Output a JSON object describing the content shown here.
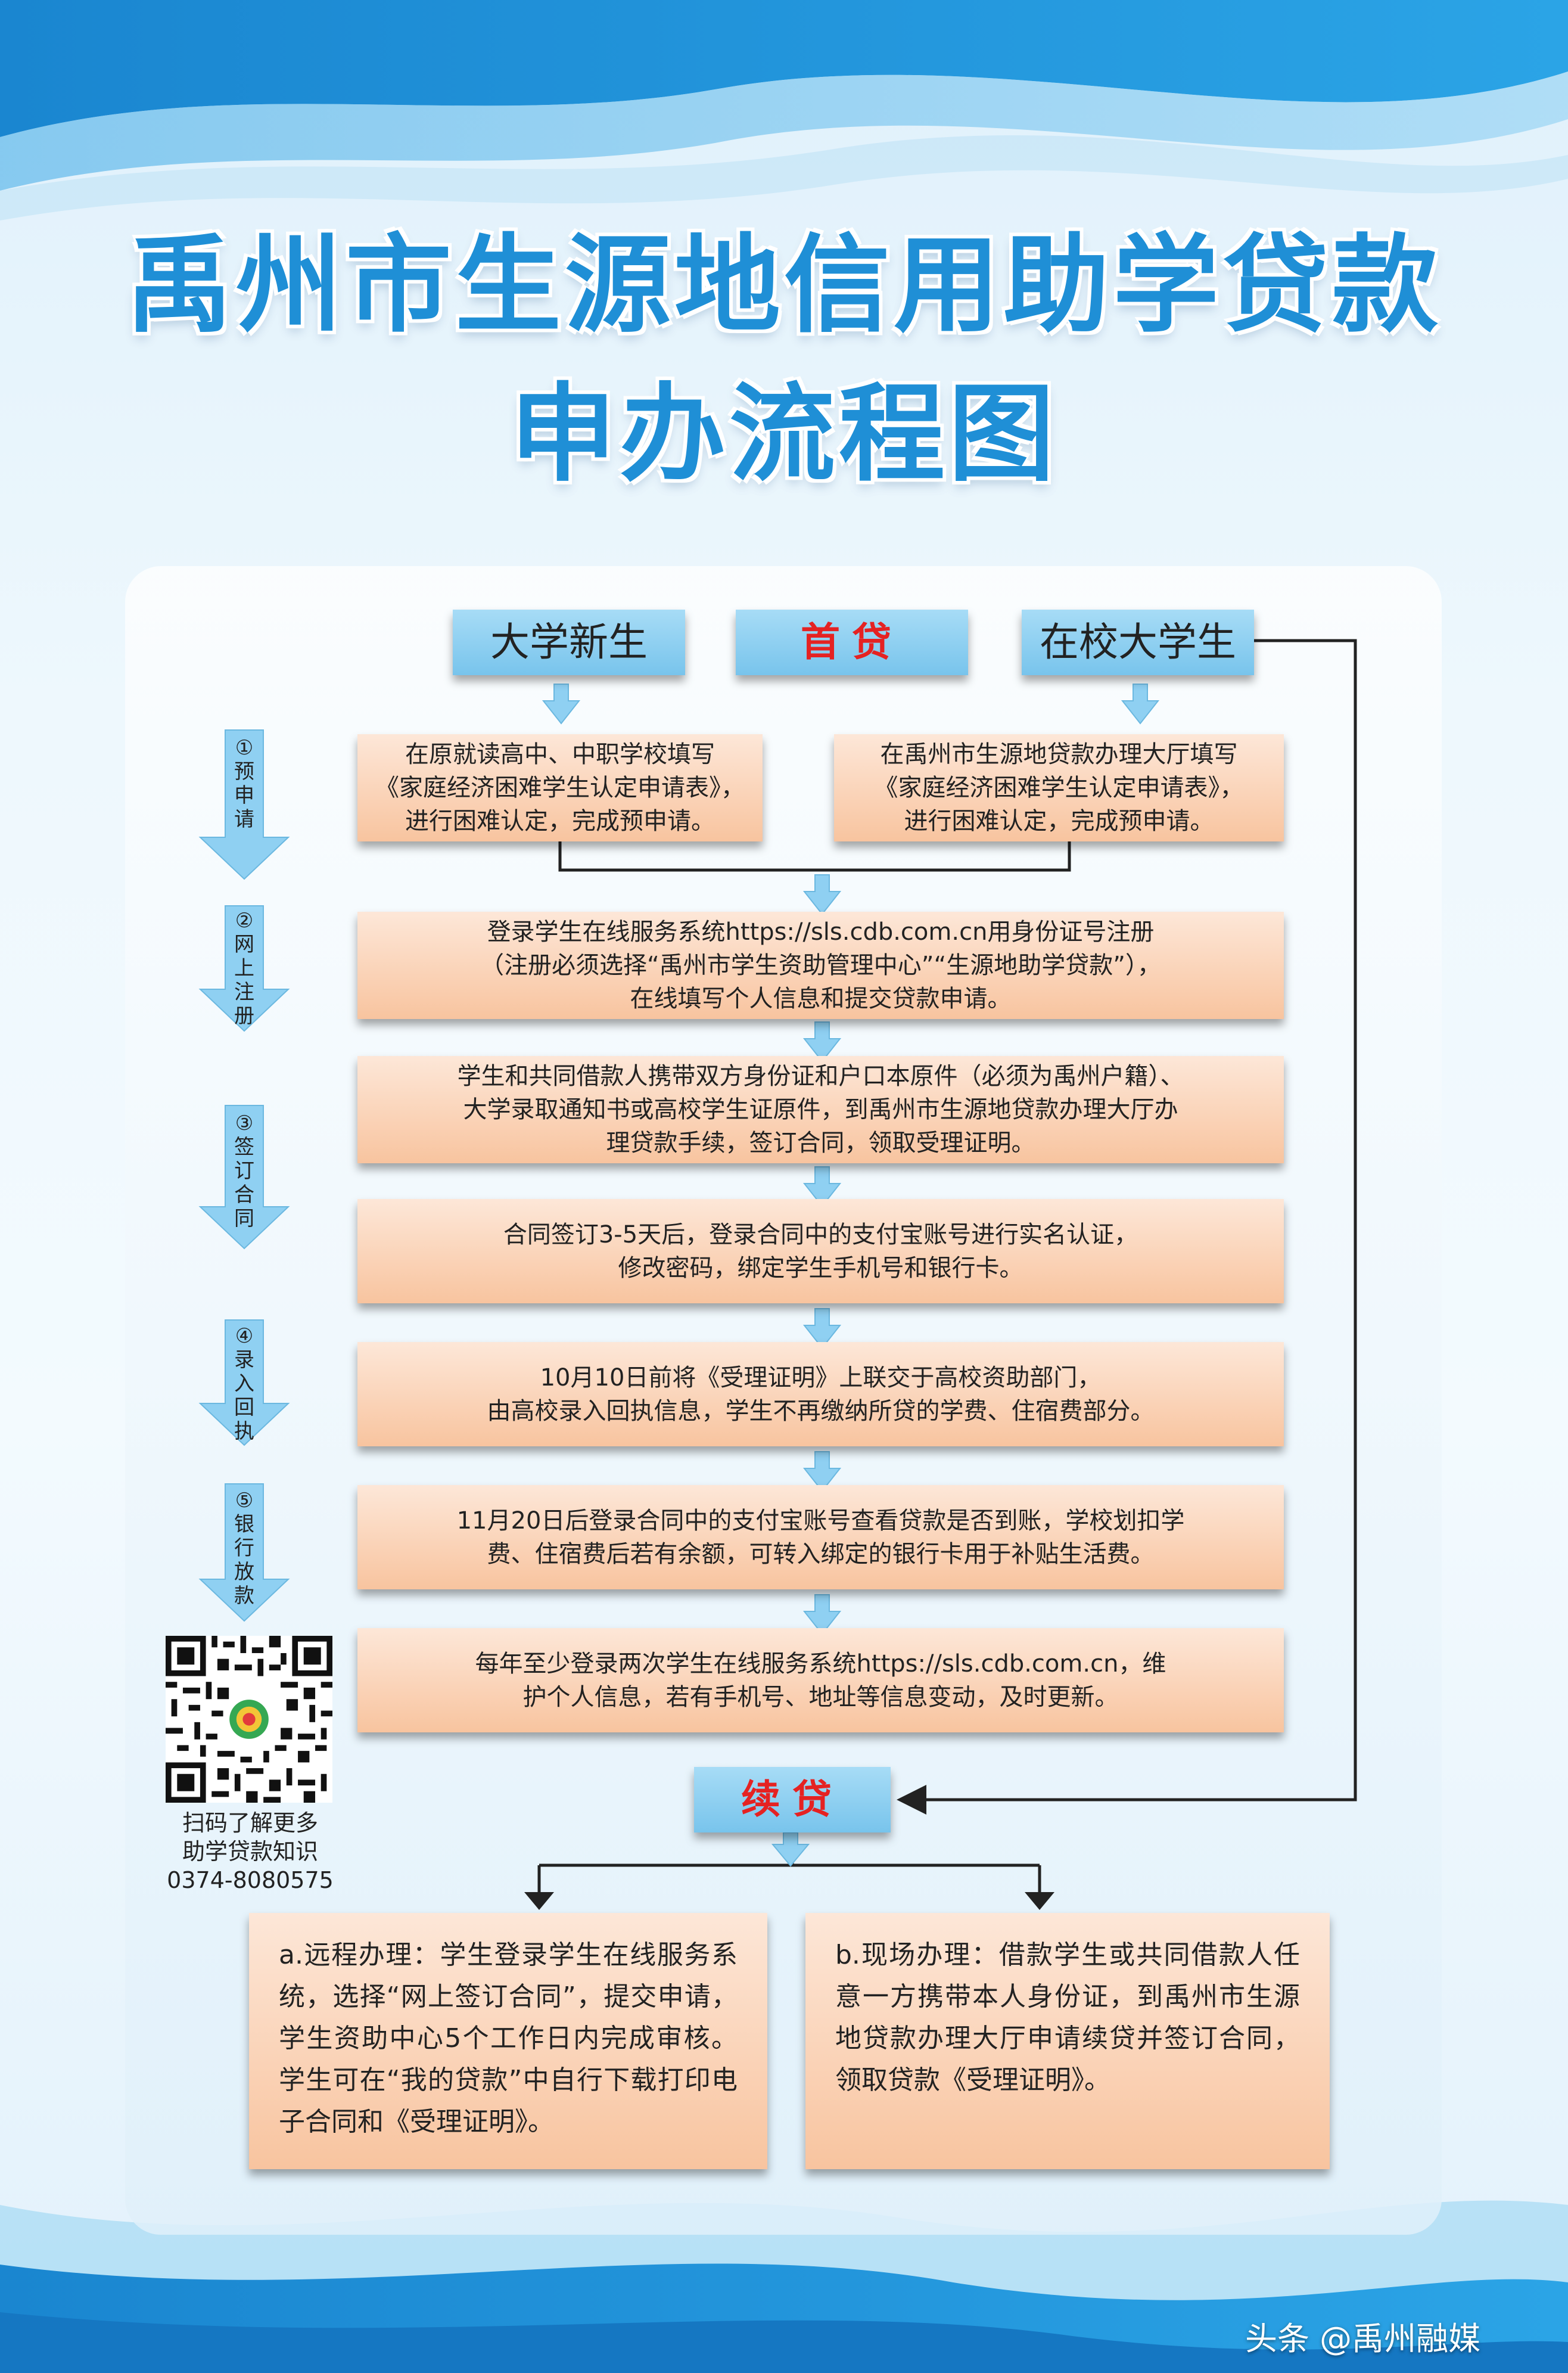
{
  "title": {
    "line1": "禹州市生源地信用助学贷款",
    "line2": "申办流程图"
  },
  "headers": {
    "freshman": "大学新生",
    "first_loan": "首贷",
    "current_student": "在校大学生",
    "renew_loan": "续贷"
  },
  "steps": [
    {
      "num": "①",
      "label": "预申请"
    },
    {
      "num": "②",
      "label": "网上注册"
    },
    {
      "num": "③",
      "label": "签订合同"
    },
    {
      "num": "④",
      "label": "录入回执"
    },
    {
      "num": "⑤",
      "label": "银行放款"
    }
  ],
  "boxes": {
    "pre_left": [
      "在原就读高中、中职学校填写",
      "《家庭经济困难学生认定申请表》，",
      "进行困难认定，完成预申请。"
    ],
    "pre_right": [
      "在禹州市生源地贷款办理大厅填写",
      "《家庭经济困难学生认定申请表》，",
      "进行困难认定，完成预申请。"
    ],
    "register": [
      "登录学生在线服务系统https://sls.cdb.com.cn用身份证号注册",
      "（注册必须选择“禹州市学生资助管理中心”“生源地助学贷款”），",
      "在线填写个人信息和提交贷款申请。"
    ],
    "contract": [
      "学生和共同借款人携带双方身份证和户口本原件（必须为禹州户籍）、",
      "大学录取通知书或高校学生证原件，到禹州市生源地贷款办理大厅办",
      "理贷款手续，签订合同，领取受理证明。"
    ],
    "verify": [
      "合同签订3-5天后，登录合同中的支付宝账号进行实名认证，",
      "修改密码，绑定学生手机号和银行卡。"
    ],
    "receipt": [
      "10月10日前将《受理证明》上联交于高校资助部门，",
      "由高校录入回执信息，学生不再缴纳所贷的学费、住宿费部分。"
    ],
    "disburse": [
      "11月20日后登录合同中的支付宝账号查看贷款是否到账，学校划扣学",
      "费、住宿费后若有余额，可转入绑定的银行卡用于补贴生活费。"
    ],
    "maintain": [
      "每年至少登录两次学生在线服务系统https://sls.cdb.com.cn，维",
      "护个人信息，若有手机号、地址等信息变动，及时更新。"
    ]
  },
  "renewal": {
    "remote": "a.远程办理：学生登录学生在线服务系统，选择“网上签订合同”，提交申请，学生资助中心5个工作日内完成审核。学生可在“我的贷款”中自行下载打印电子合同和《受理证明》。",
    "onsite": "b.现场办理：借款学生或共同借款人任意一方携带本人身份证，到禹州市生源地贷款办理大厅申请续贷并签订合同，领取贷款《受理证明》。"
  },
  "qr": {
    "caption_line1": "扫码了解更多",
    "caption_line2": "助学贷款知识",
    "phone": "0374-8080575"
  },
  "watermark": "头条 @禹州融媒",
  "colors": {
    "title": "#1f8fd6",
    "header_blue": "#78c4ec",
    "box_orange": "#f8c49f",
    "accent_red": "#e52222",
    "arrow_blue": "#8fd0f2"
  }
}
